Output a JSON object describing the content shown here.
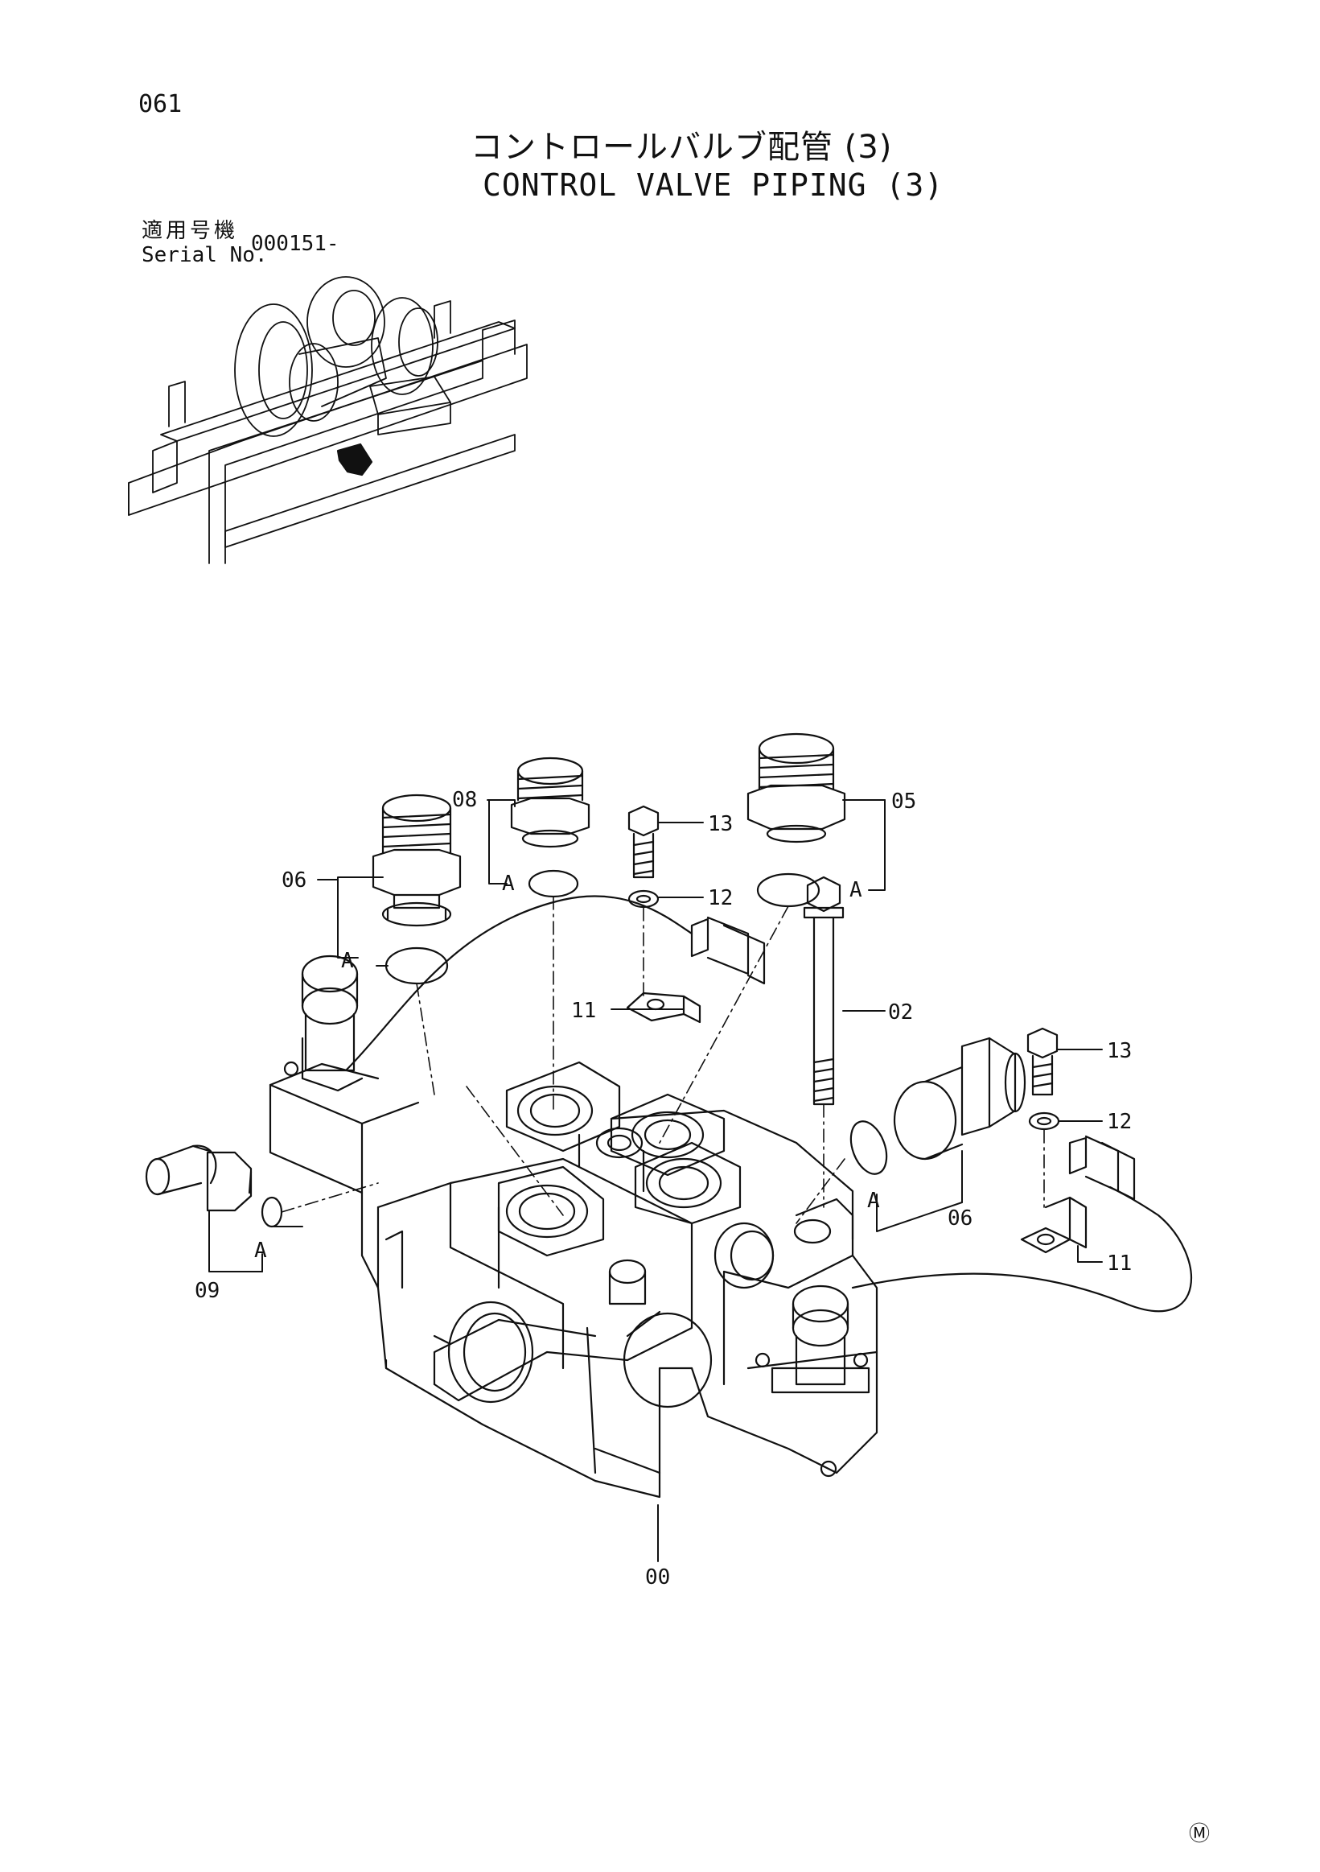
{
  "header": {
    "page_number": "061",
    "title_jp": "コントロールバルブ配管 (3)",
    "title_en": "CONTROL VALVE PIPING (3)",
    "serial_label_jp": "適用号機",
    "serial_label_en": "Serial No.",
    "serial_value": "000151-"
  },
  "callouts": {
    "c00": "00",
    "c02": "02",
    "c05": "05",
    "c06a": "06",
    "c06b": "06",
    "c08": "08",
    "c09": "09",
    "c11a": "11",
    "c11b": "11",
    "c12a": "12",
    "c12b": "12",
    "c13a": "13",
    "c13b": "13",
    "ref_a1": "A",
    "ref_a2": "A",
    "ref_a3": "A",
    "ref_a4": "A",
    "ref_a5": "A"
  },
  "footer": {
    "mark": "Ⓜ"
  },
  "colors": {
    "ink": "#111111",
    "paper": "#ffffff"
  }
}
